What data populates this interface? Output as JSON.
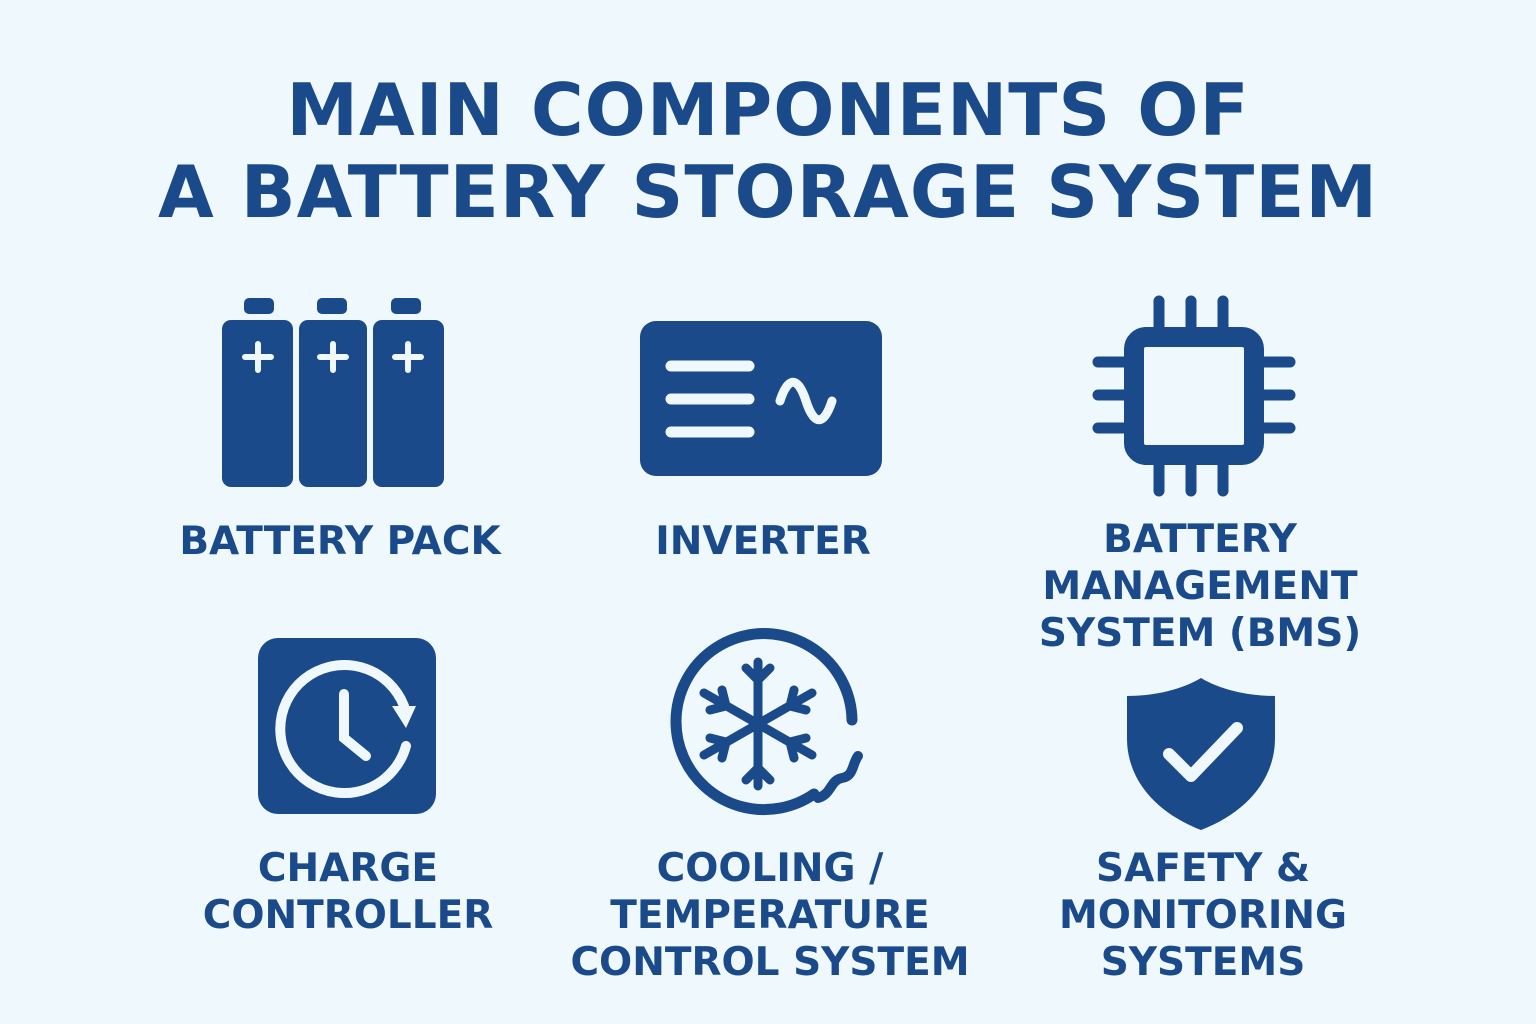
{
  "title": {
    "line1": "MAIN COMPONENTS OF",
    "line2": "A BATTERY STORAGE SYSTEM"
  },
  "components": [
    {
      "icon": "battery-pack-icon",
      "lines": [
        "BATTERY PACK"
      ]
    },
    {
      "icon": "inverter-icon",
      "lines": [
        "INVERTER"
      ]
    },
    {
      "icon": "chip-icon",
      "lines": [
        "BATTERY",
        "MANAGEMENT",
        "SYSTEM (BMS)"
      ]
    },
    {
      "icon": "clock-cycle-icon",
      "lines": [
        "CHARGE",
        "CONTROLLER"
      ]
    },
    {
      "icon": "snowflake-icon",
      "lines": [
        "COOLING /",
        "TEMPERATURE",
        "CONTROL SYSTEM"
      ]
    },
    {
      "icon": "shield-check-icon",
      "lines": [
        "SAFETY &",
        "MONITORING",
        "SYSTEMS"
      ]
    }
  ],
  "colors": {
    "background": "#eef8fd",
    "primary": "#1b4a8a"
  }
}
